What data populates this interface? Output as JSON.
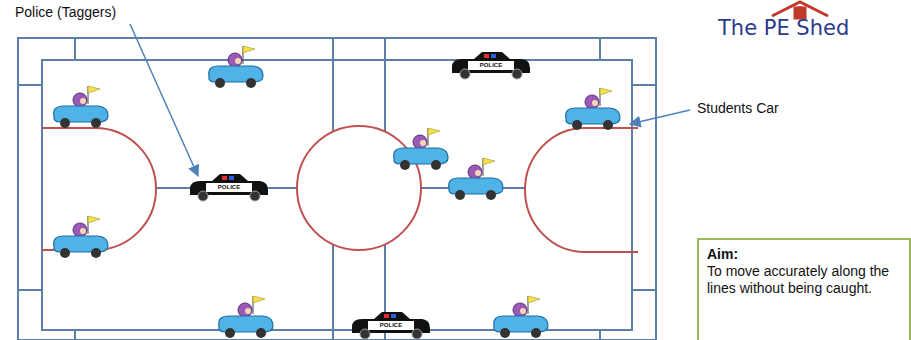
{
  "diagram": {
    "nodes": [
      {
        "text": [
          "Aim:",
          "To move accurately along the lines without being caught."
        ]
      }
    ],
    "labels": [
      "Police (Taggers)",
      "The PE Shed",
      "Students Car",
      "POLICE",
      "POLICE",
      "POLICE"
    ]
  }
}
